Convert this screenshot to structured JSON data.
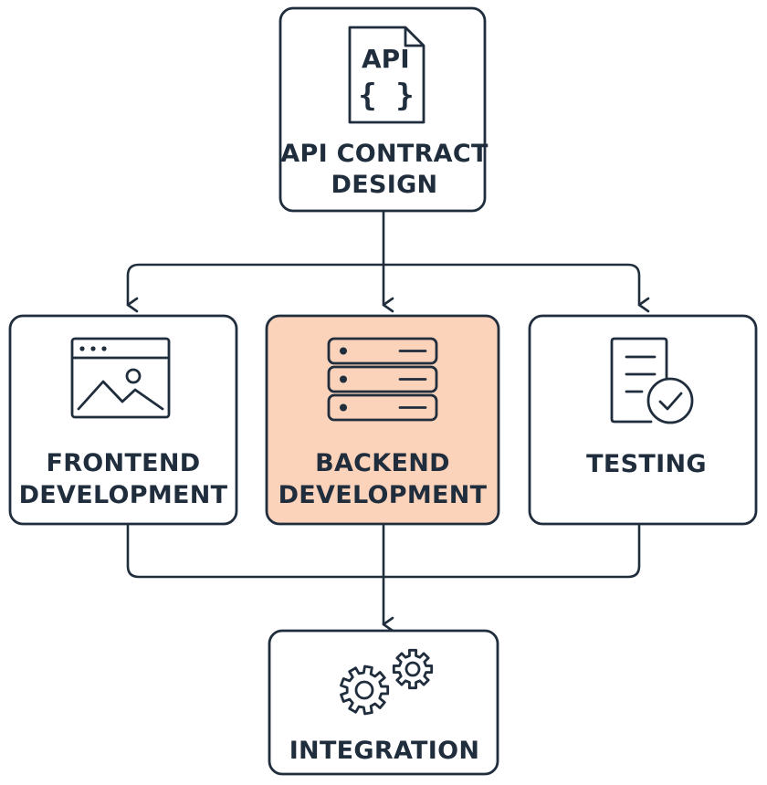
{
  "nodes": {
    "api_contract": {
      "line1": "API CONTRACT",
      "line2": "DESIGN",
      "icon": "api-document-icon",
      "badge": "API",
      "braces": "{ }"
    },
    "frontend": {
      "line1": "FRONTEND",
      "line2": "DEVELOPMENT",
      "icon": "browser-image-icon"
    },
    "backend": {
      "line1": "BACKEND",
      "line2": "DEVELOPMENT",
      "icon": "server-stack-icon",
      "highlight": true
    },
    "testing": {
      "line1": "TESTING",
      "icon": "checklist-icon"
    },
    "integration": {
      "line1": "INTEGRATION",
      "icon": "gears-icon"
    }
  },
  "colors": {
    "stroke": "#1f2d3d",
    "text": "#1f2d3d",
    "box_fill": "#ffffff",
    "highlight_fill": "#fbd3bb",
    "background": "#ffffff"
  }
}
